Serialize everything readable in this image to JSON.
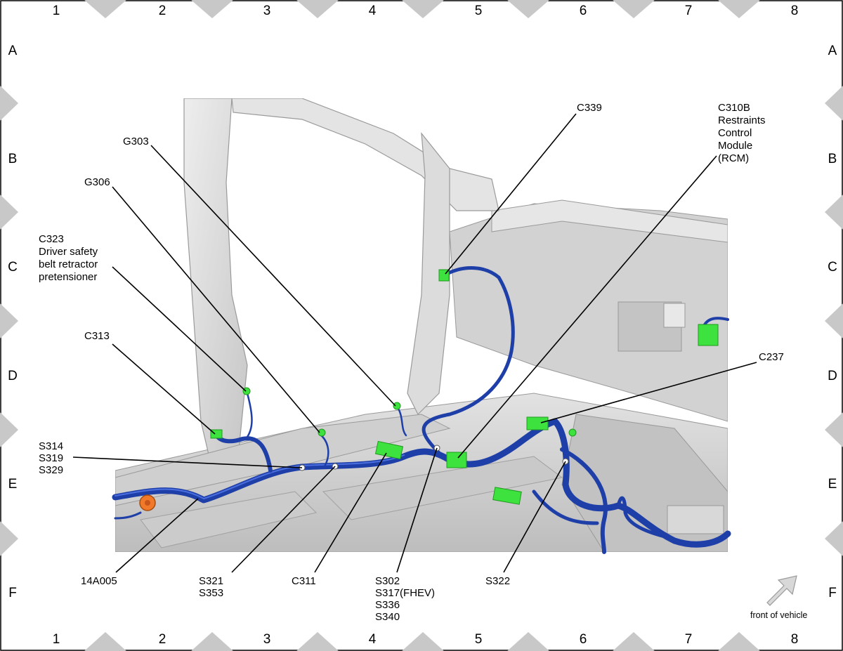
{
  "grid": {
    "columns": [
      "1",
      "2",
      "3",
      "4",
      "5",
      "6",
      "7",
      "8"
    ],
    "rows": [
      "A",
      "B",
      "C",
      "D",
      "E",
      "F"
    ]
  },
  "labels": {
    "c339": "C339",
    "c310b": [
      "C310B",
      "Restraints",
      "Control",
      "Module",
      "(RCM)"
    ],
    "g303": "G303",
    "g306": "G306",
    "c323": [
      "C323",
      "Driver safety",
      "belt retractor",
      "pretensioner"
    ],
    "c313": "C313",
    "c237": "C237",
    "s314": [
      "S314",
      "S319",
      "S329"
    ],
    "w14a005": "14A005",
    "s321": [
      "S321",
      "S353"
    ],
    "c311": "C311",
    "s302": [
      "S302",
      "S317(FHEV)",
      "S336",
      "S340"
    ],
    "s322": "S322",
    "front": "front of vehicle"
  },
  "colors": {
    "harness": "#1f3fa8",
    "connector": "#3ee23e",
    "grommet": "#f07a2a",
    "body": "#d6d6d6",
    "frame_marker": "#c8c8c8"
  }
}
